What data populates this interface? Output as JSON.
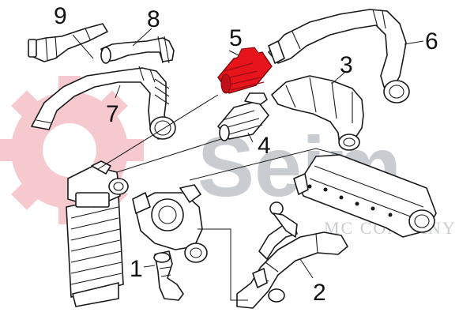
{
  "brand": {
    "name": "Seim",
    "tagline": "MC COMPANY",
    "colors": {
      "gear": "#f6c9ce",
      "text": "#c9cdd2",
      "highlight": "#e8141c"
    }
  },
  "highlighted_part": "5",
  "callouts": [
    {
      "id": "c1",
      "label": "1"
    },
    {
      "id": "c2",
      "label": "2"
    },
    {
      "id": "c3",
      "label": "3"
    },
    {
      "id": "c4",
      "label": "4"
    },
    {
      "id": "c5",
      "label": "5"
    },
    {
      "id": "c6",
      "label": "6"
    },
    {
      "id": "c7",
      "label": "7"
    },
    {
      "id": "c8",
      "label": "8"
    },
    {
      "id": "c9",
      "label": "9"
    }
  ]
}
